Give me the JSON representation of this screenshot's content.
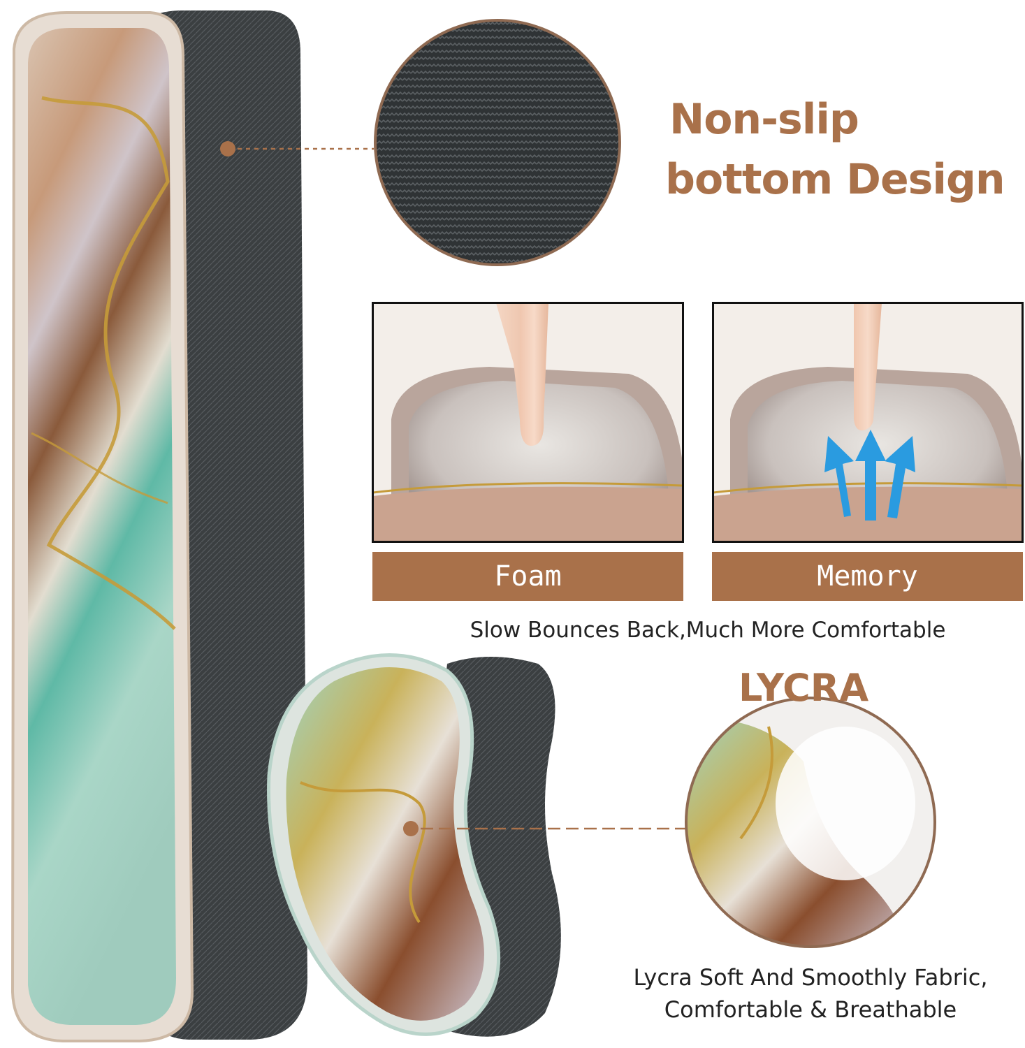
{
  "headings": {
    "nonslip_line1": "Non-slip",
    "nonslip_line2": "bottom Design",
    "lycra": "LYCRA"
  },
  "panels": {
    "foam_label": "Foam",
    "memory_label": "Memory"
  },
  "captions": {
    "bounce": "Slow Bounces Back,Much More Comfortable",
    "lycra_line1": "Lycra Soft And Smoothly Fabric,",
    "lycra_line2": "Comfortable & Breathable"
  },
  "colors": {
    "accent": "#a9714a",
    "mat_dark": "#3d4143",
    "arrow_blue": "#2a9be0"
  },
  "icons": [
    "finger-press-icon",
    "bounce-arrows-icon"
  ]
}
